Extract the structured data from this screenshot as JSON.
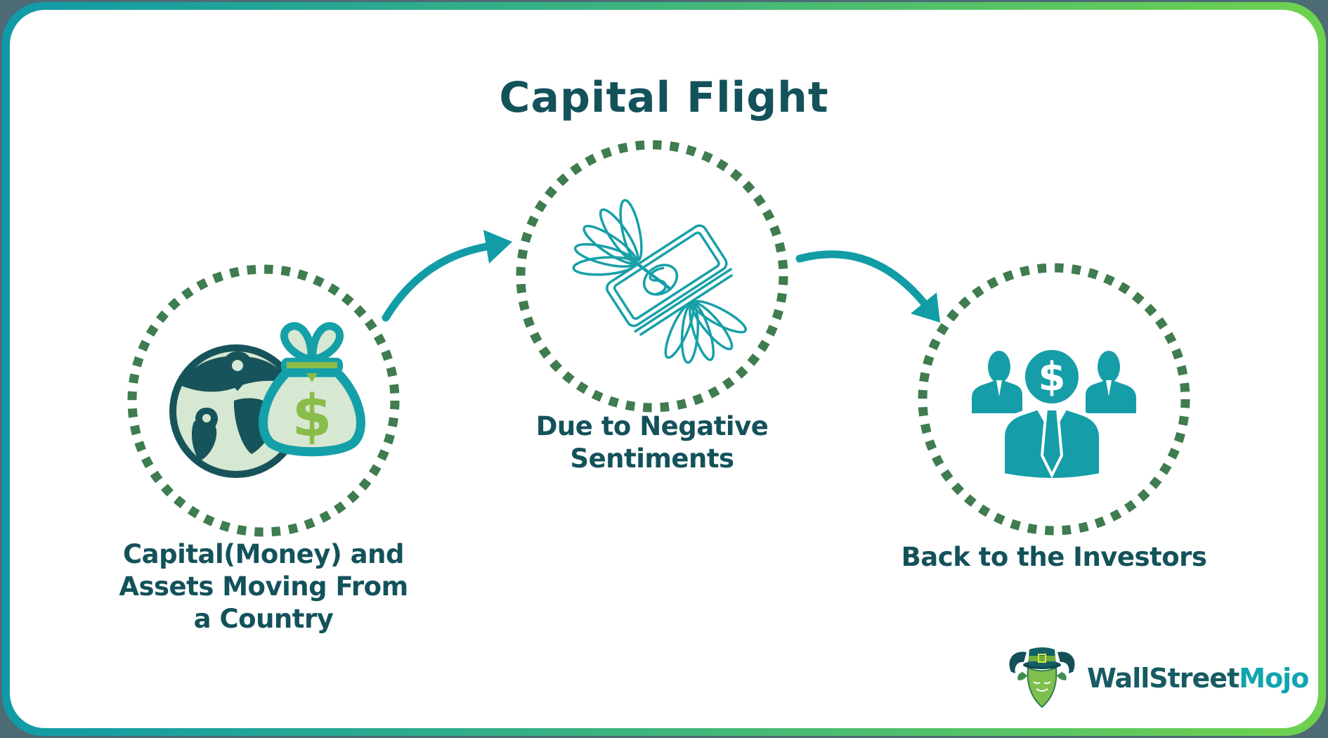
{
  "title": "Capital Flight",
  "steps": [
    {
      "id": "capital-leaving-country",
      "icon": "globe-money-bag-icon",
      "lines": [
        "Capital(Money) and",
        "Assets Moving From",
        "a Country"
      ]
    },
    {
      "id": "capital-flight-reason",
      "icon": "winged-money-icon",
      "lines": [
        "Due to Negative",
        "Sentiments"
      ]
    },
    {
      "id": "back-to-investors",
      "icon": "investors-icon",
      "lines": [
        "Back to the Investors"
      ]
    }
  ],
  "glyphs": {
    "dollar": "$"
  },
  "brand": {
    "text_primary": "WallStreet",
    "text_accent": "Mojo"
  },
  "colors": {
    "title_text": "#14525a",
    "dash_green": "#3f7c4f",
    "teal": "#129da6",
    "light_green": "#d6e7d2",
    "accent_green": "#8abc49",
    "dark_teal": "#17535a",
    "border_gradient_start": "#0f9aa8",
    "border_gradient_end": "#6fd14f",
    "brand_accent": "#10a4b0",
    "outside_background": "#4d6b75"
  }
}
